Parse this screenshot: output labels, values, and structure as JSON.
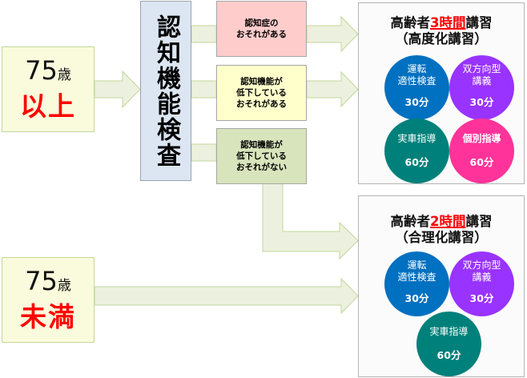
{
  "colors": {
    "arrow_fill": "#ebf1de",
    "arrow_stroke": "#c3d69b",
    "age_box_bg": "#fafbdc",
    "exam_box_bg": "#dce6f2",
    "result_risk_dementia": "#ffcccc",
    "result_risk_decline": "#ffffcc",
    "result_no_decline": "#d8e4bc",
    "highlight_red": "#ff0000",
    "circle_aptitude": "#0070c0",
    "circle_lecture": "#9933ff",
    "circle_driving": "#00807a",
    "circle_individual": "#ff3399"
  },
  "age_groups": [
    {
      "number": "75",
      "unit": "歳",
      "condition": "以上"
    },
    {
      "number": "75",
      "unit": "歳",
      "condition": "未満"
    }
  ],
  "exam": {
    "label": "認知機能検査"
  },
  "results": [
    {
      "text": "認知症の\nおそれがある"
    },
    {
      "text": "認知機能が\n低下している\nおそれがある"
    },
    {
      "text": "認知機能が\n低下している\nおそれがない"
    }
  ],
  "courses": [
    {
      "title_prefix": "高齢者",
      "title_highlight": "3時間",
      "title_suffix": "講習",
      "subtitle": "（高度化講習）",
      "items": [
        {
          "name": "運転\n適性検査",
          "time": "30分"
        },
        {
          "name": "双方向型\n講義",
          "time": "30分"
        },
        {
          "name": "実車指導",
          "time": "60分"
        },
        {
          "name": "個別指導",
          "time": "60分"
        }
      ]
    },
    {
      "title_prefix": "高齢者",
      "title_highlight": "2時間",
      "title_suffix": "講習",
      "subtitle": "（合理化講習）",
      "items": [
        {
          "name": "運転\n適性検査",
          "time": "30分"
        },
        {
          "name": "双方向型\n講義",
          "time": "30分"
        },
        {
          "name": "実車指導",
          "time": "60分"
        }
      ]
    }
  ]
}
